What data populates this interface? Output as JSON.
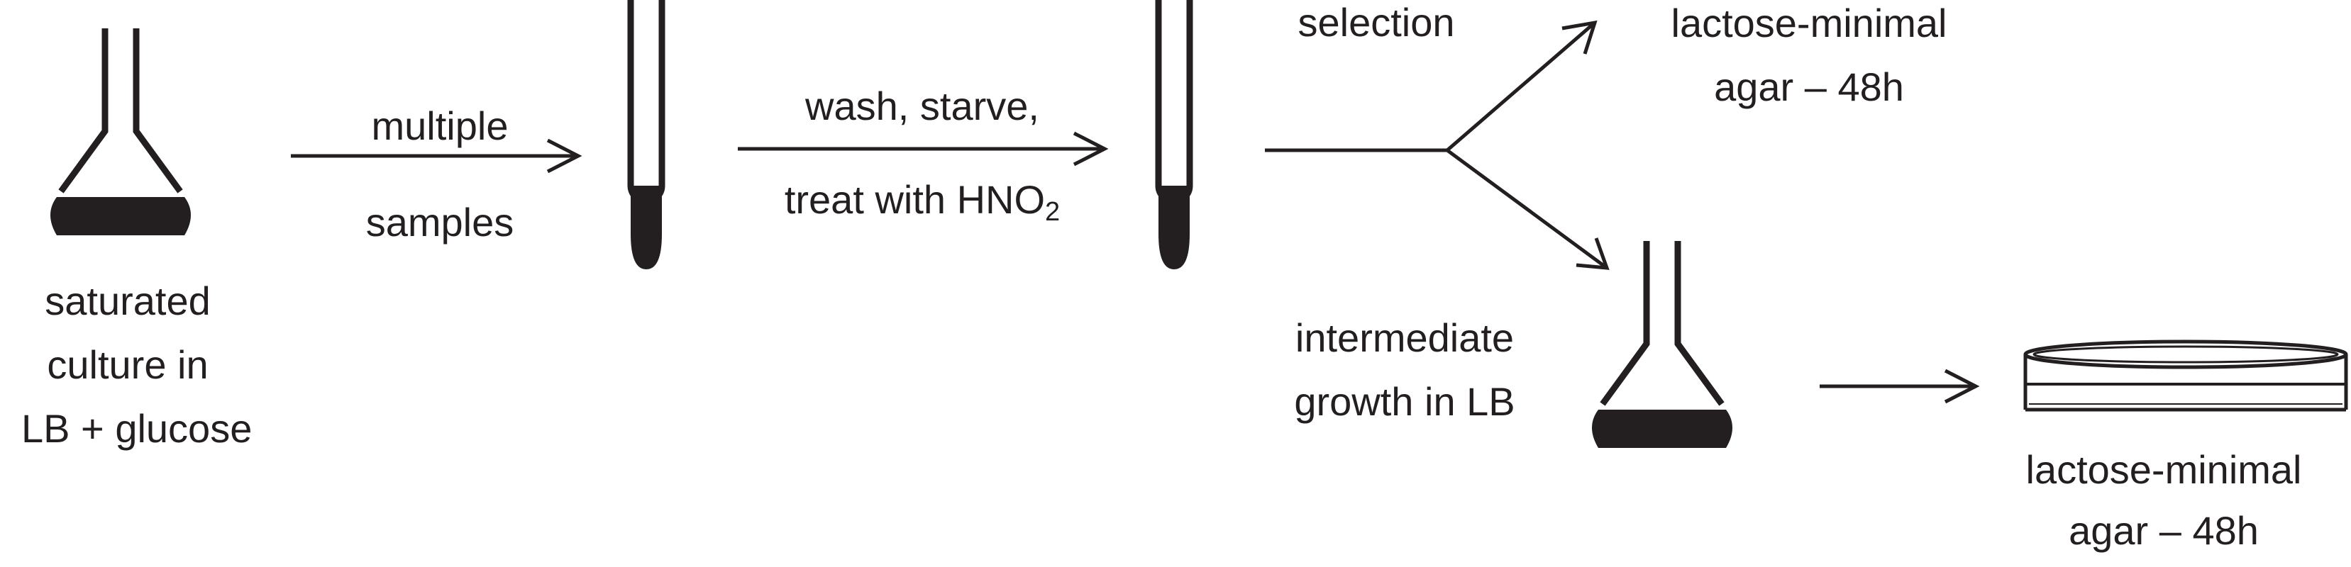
{
  "labels": {
    "saturated_culture": [
      "saturated",
      "culture in",
      "LB + glucose"
    ],
    "multiple_samples": [
      "multiple",
      "samples"
    ],
    "wash_starve": "wash, starve,",
    "treat_with_prefix": "treat with HNO",
    "treat_with_subscript": "2",
    "selection": "selection",
    "lactose_minimal_top": [
      "lactose-minimal",
      "agar – 48h"
    ],
    "intermediate_growth": [
      "intermediate",
      "growth in LB"
    ],
    "lactose_minimal_bottom": [
      "lactose-minimal",
      "agar – 48h"
    ]
  },
  "colors": {
    "ink": "#231f20",
    "background": "#ffffff"
  }
}
